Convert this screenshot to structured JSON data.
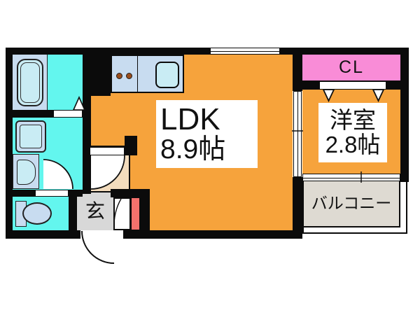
{
  "plan": {
    "type_label": "floor-plan",
    "rooms": {
      "ldk": {
        "name": "LDK",
        "size": "8.9帖"
      },
      "western": {
        "name": "洋室",
        "size": "2.8帖"
      },
      "closet": {
        "label": "CL"
      },
      "balcony": {
        "label": "バルコニー"
      },
      "entrance": {
        "label": "玄"
      }
    },
    "fixtures": [
      "bathtub",
      "washing-machine-pan",
      "washbasin",
      "toilet",
      "kitchen-counter",
      "kitchen-sink",
      "stove-burners",
      "sliding-door",
      "folding-closet-door",
      "entrance-door",
      "windows"
    ]
  },
  "colors": {
    "wall": "#0b0b0b",
    "orange": "#f6a33c",
    "cyan": "#63f6ee",
    "panel": "#c8dcf0",
    "fixture": "#c9ecf4",
    "pink": "#f98cd7",
    "red": "#f4716c",
    "beige": "#f3dcbd",
    "gray": "#d8d8d8",
    "balcony": "#dedad2",
    "burner": "#9a4d1c"
  }
}
